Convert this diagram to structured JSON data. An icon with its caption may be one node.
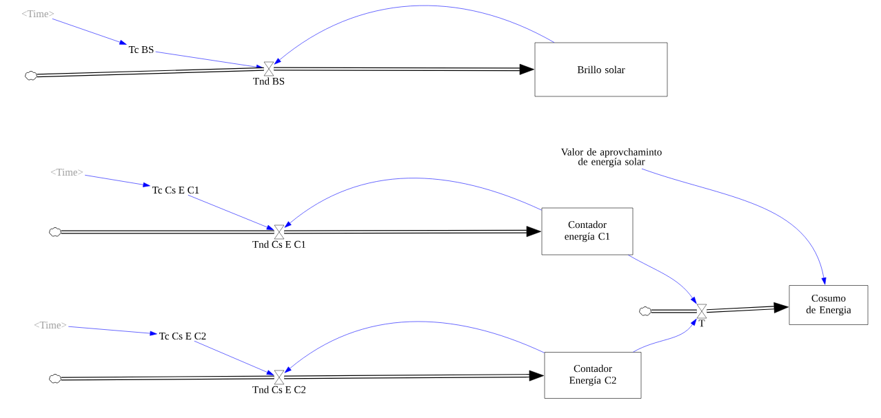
{
  "diagram": {
    "nodes": [
      {
        "text": [
          "<Time>"
        ]
      },
      {
        "text": [
          "Tc BS"
        ]
      },
      {
        "text": [],
        "shape": "cloud"
      },
      {
        "text": [
          "Tnd BS"
        ]
      },
      {
        "text": [
          "Brillo solar"
        ]
      },
      {
        "text": [
          "<Time>"
        ]
      },
      {
        "text": [
          "Tc Cs E C1"
        ]
      },
      {
        "text": [],
        "shape": "cloud"
      },
      {
        "text": [
          "Tnd Cs E C1"
        ]
      },
      {
        "text": [
          "Contador energía C1"
        ]
      },
      {
        "text": [
          "Valor de aprovchaminto de energía solar"
        ]
      },
      {
        "text": [],
        "shape": "cloud"
      },
      {
        "text": [
          "T"
        ]
      },
      {
        "text": [
          "Cosumo de Energia"
        ]
      },
      {
        "text": [
          "<Time>"
        ]
      },
      {
        "text": [
          "Tc Cs E C2"
        ]
      },
      {
        "text": [],
        "shape": "cloud"
      },
      {
        "text": [
          "Tnd Cs E C2"
        ]
      },
      {
        "text": [
          "Contador Energía C2"
        ]
      }
    ],
    "edges": [
      {
        "from": 0,
        "to": 1,
        "arrow": "to",
        "color": "#0000ff"
      },
      {
        "from": 1,
        "to": 3,
        "arrow": "to",
        "color": "#0000ff"
      },
      {
        "from": 4,
        "to": 3,
        "arrow": "to",
        "color": "#0000ff"
      },
      {
        "from": 2,
        "to": 3,
        "arrow": "none",
        "style": "thick",
        "color": "#000000"
      },
      {
        "from": 3,
        "to": 4,
        "arrow": "to",
        "style": "thick",
        "color": "#000000"
      },
      {
        "from": 5,
        "to": 6,
        "arrow": "to",
        "color": "#0000ff"
      },
      {
        "from": 6,
        "to": 8,
        "arrow": "to",
        "color": "#0000ff"
      },
      {
        "from": 9,
        "to": 8,
        "arrow": "to",
        "color": "#0000ff"
      },
      {
        "from": 7,
        "to": 8,
        "arrow": "none",
        "style": "thick",
        "color": "#000000"
      },
      {
        "from": 8,
        "to": 9,
        "arrow": "to",
        "style": "thick",
        "color": "#000000"
      },
      {
        "from": 10,
        "to": 13,
        "arrow": "to",
        "color": "#0000ff"
      },
      {
        "from": 9,
        "to": 12,
        "arrow": "to",
        "color": "#0000ff"
      },
      {
        "from": 18,
        "to": 12,
        "arrow": "to",
        "color": "#0000ff"
      },
      {
        "from": 11,
        "to": 12,
        "arrow": "none",
        "style": "thick",
        "color": "#000000"
      },
      {
        "from": 12,
        "to": 13,
        "arrow": "to",
        "style": "thick",
        "color": "#000000"
      },
      {
        "from": 14,
        "to": 15,
        "arrow": "to",
        "color": "#0000ff"
      },
      {
        "from": 15,
        "to": 17,
        "arrow": "to",
        "color": "#0000ff"
      },
      {
        "from": 18,
        "to": 17,
        "arrow": "to",
        "color": "#0000ff"
      },
      {
        "from": 16,
        "to": 17,
        "arrow": "none",
        "style": "thick",
        "color": "#000000"
      },
      {
        "from": 17,
        "to": 18,
        "arrow": "to",
        "style": "thick",
        "color": "#000000"
      }
    ]
  }
}
